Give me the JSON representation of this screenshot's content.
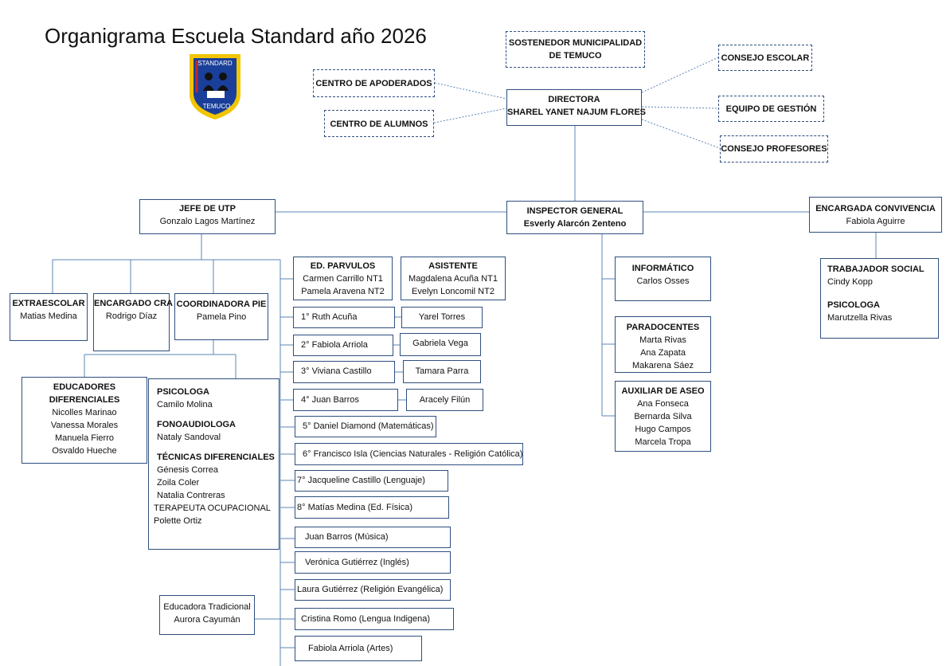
{
  "title": "Organigrama Escuela Standard año 2026",
  "logo": {
    "top_text": "STANDARD",
    "bottom_text": "TEMUCO",
    "colors": {
      "outer": "#f2c500",
      "inner": "#1a3f9a",
      "accent": "#c0282d"
    }
  },
  "line_color": "#5b86b6",
  "border_color": "#2f4f7f",
  "sostenedor": {
    "l1": "SOSTENEDOR MUNICIPALIDAD",
    "l2": "DE TEMUCO"
  },
  "directora": {
    "role": "DIRECTORA",
    "name": "SHAREL YANET NAJUM FLORES"
  },
  "centro_apoderados": "CENTRO DE APODERADOS",
  "centro_alumnos": "CENTRO DE ALUMNOS",
  "consejo_escolar": "CONSEJO ESCOLAR",
  "equipo_gestion": "EQUIPO DE GESTIÓN",
  "consejo_profesores": "CONSEJO PROFESORES",
  "utp": {
    "role": "JEFE DE UTP",
    "name": "Gonzalo Lagos Martínez"
  },
  "inspector": {
    "role": "INSPECTOR GENERAL",
    "name": "Esverly Alarcón Zenteno"
  },
  "convivencia": {
    "role": "ENCARGADA CONVIVENCIA",
    "name": "Fabiola Aguirre"
  },
  "extraescolar": {
    "role": "EXTRAESCOLAR",
    "name": "Matias Medina"
  },
  "cra": {
    "role": "ENCARGADO CRA",
    "name": "Rodrigo Díaz"
  },
  "pie": {
    "role": "COORDINADORA PIE",
    "name": "Pamela Pino"
  },
  "educadores": {
    "role1": "EDUCADORES",
    "role2": "DIFERENCIALES",
    "names": [
      "Nicolles Marinao",
      "Vanessa  Morales",
      "Manuela Fierro",
      "Osvaldo Hueche"
    ]
  },
  "apoyo": {
    "psicologa_title": "PSICOLOGA",
    "psicologa_name": "Camilo Molina",
    "fono_title": "FONOAUDIOLOGA",
    "fono_name": "Nataly Sandoval",
    "tecnicas_title": "TÉCNICAS DIFERENCIALES",
    "tecnicas_names": [
      "Génesis Correa",
      "Zoila Coler",
      "Natalia Contreras"
    ],
    "terapeuta_title": "TERAPEUTA OCUPACIONAL",
    "terapeuta_name": "Polette Ortiz"
  },
  "parvulos": {
    "role": "ED. PARVULOS",
    "names": [
      "Carmen Carrillo NT1",
      "Pamela Aravena NT2"
    ]
  },
  "asistente": {
    "role": "ASISTENTE",
    "names": [
      "Magdalena Acuña NT1",
      "Evelyn Loncomil NT2"
    ]
  },
  "courses": [
    {
      "teacher": "1° Ruth Acuña",
      "assistant": "Yarel Torres"
    },
    {
      "teacher": "2° Fabiola Arriola",
      "assistant": "Gabriela Vega"
    },
    {
      "teacher": "3° Viviana Castillo",
      "assistant": "Tamara Parra"
    },
    {
      "teacher": "4° Juan Barros",
      "assistant": "Aracely Filún"
    }
  ],
  "teachers": [
    "5° Daniel Diamond (Matemáticas)",
    "6° Francisco Isla (Ciencias Naturales - Religión Católica)",
    "7° Jacqueline Castillo (Lenguaje)",
    "8° Matías Medina (Ed. Física)",
    "Juan Barros (Música)",
    "Verónica Gutiérrez (Inglés)",
    "Laura Gutiérrez (Religión Evangélica)",
    "Cristina Romo (Lengua Indigena)",
    "Fabiola Arriola (Artes)"
  ],
  "educadora_tradicional": {
    "role": "Educadora Tradicional",
    "name": "Aurora Cayumán"
  },
  "informatico": {
    "role": "INFORMÁTICO",
    "name": "Carlos Osses"
  },
  "paradocentes": {
    "role": "PARADOCENTES",
    "names": [
      "Marta Rivas",
      "Ana Zapata",
      "Makarena Sáez"
    ]
  },
  "aseo": {
    "role": "AUXILIAR DE ASEO",
    "names": [
      "Ana Fonseca",
      "Bernarda Silva",
      "Hugo Campos",
      "Marcela Tropa"
    ]
  },
  "trabajador_social": {
    "role": "TRABAJADOR SOCIAL",
    "name": "Cindy Kopp"
  },
  "psicologa2": {
    "role": "PSICOLOGA",
    "name": "Marutzella Rivas"
  }
}
